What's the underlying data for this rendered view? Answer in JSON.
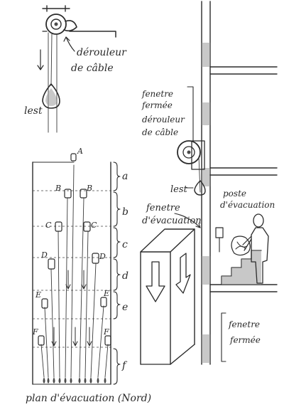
{
  "labels": {
    "derouleur_top_line1": "dérouleur",
    "derouleur_top_line2": "de câble",
    "lest_top": "lest",
    "fenetre_fermee_r1": "fenetre",
    "fenetre_fermee_r2": "fermée",
    "derouleur_right_line1": "dérouleur",
    "derouleur_right_line2": "de câble",
    "lest_right": "lest",
    "fenetre_evac_line1": "fenetre",
    "fenetre_evac_line2": "d'évacuation",
    "poste_line1": "poste",
    "poste_line2": "d'évacuation",
    "fenetre_fermee_b1": "fenetre",
    "fenetre_fermee_b2": "fermée",
    "plan_caption": "plan d'évacuation (Nord)"
  },
  "plan_letters": {
    "a": "A",
    "b1": "B",
    "b2": "B",
    "c1": "C",
    "c2": "C",
    "d1": "D",
    "d2": "D",
    "e1": "E",
    "e2": "E",
    "f1": "F",
    "f2": "F"
  },
  "floor_letters": [
    "a",
    "b",
    "c",
    "d",
    "e",
    "f"
  ]
}
